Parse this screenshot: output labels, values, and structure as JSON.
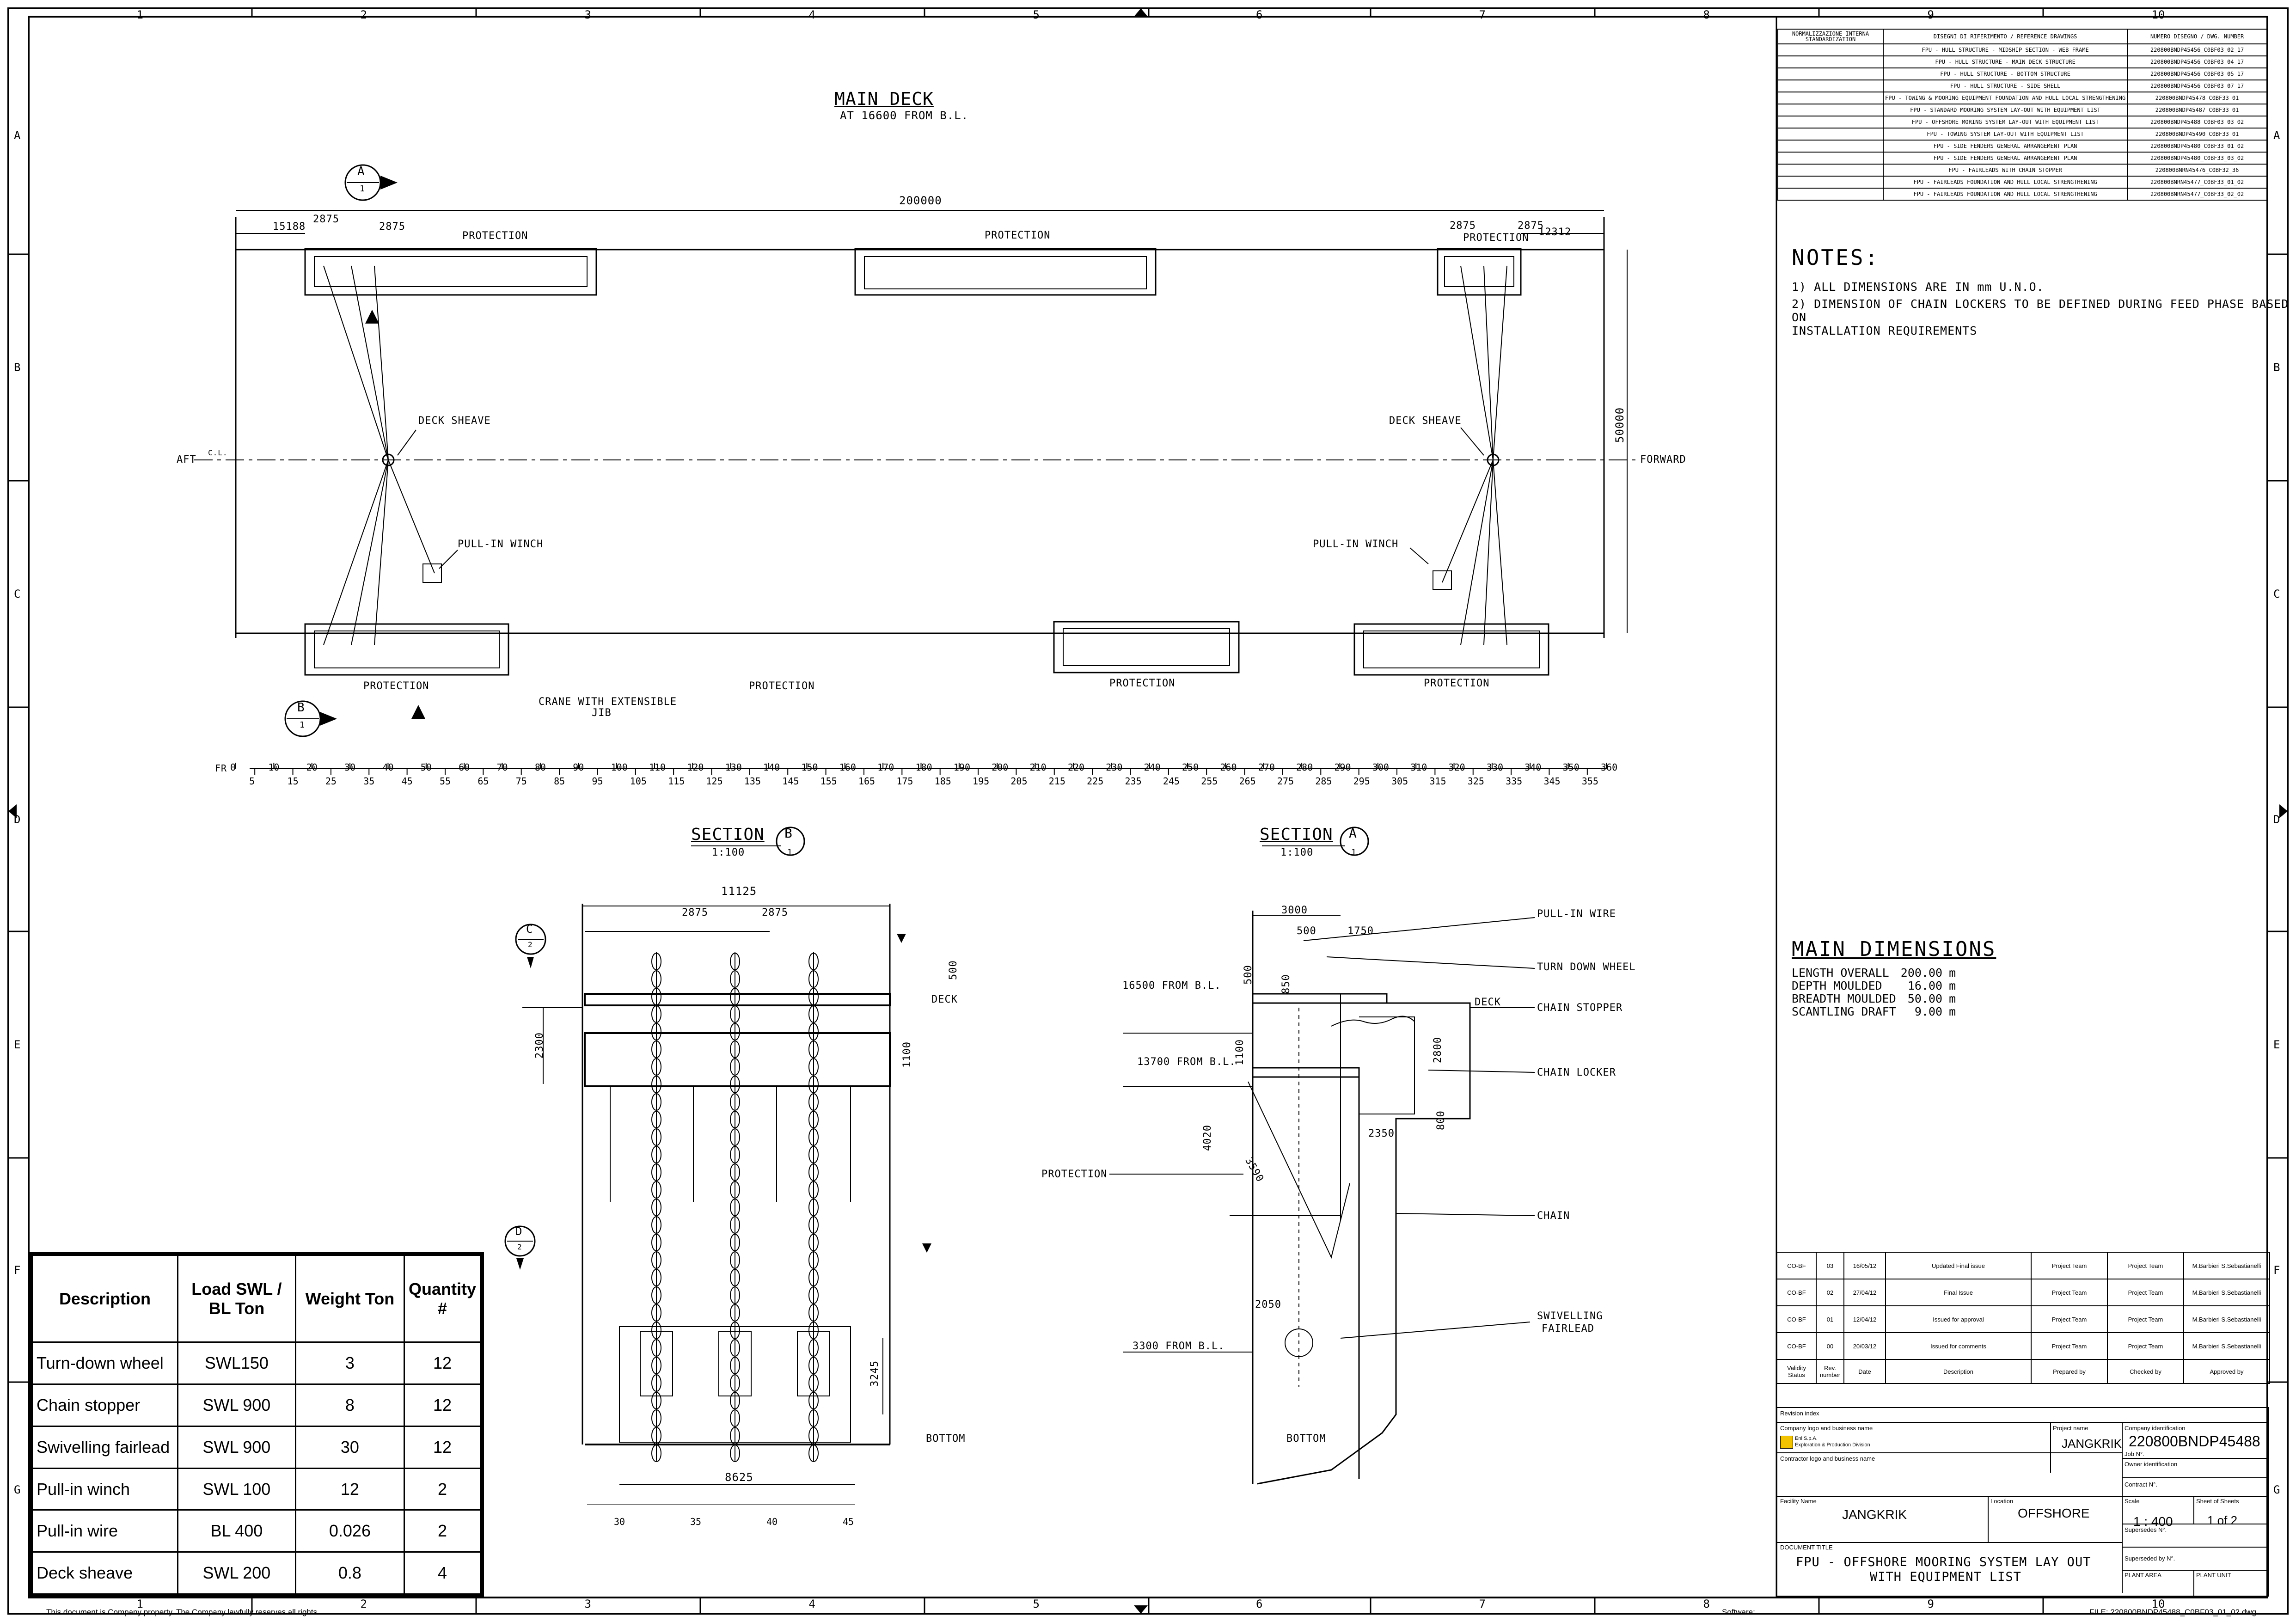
{
  "frame": {
    "col_numbers": [
      "1",
      "2",
      "3",
      "4",
      "5",
      "6",
      "7",
      "8",
      "9",
      "10"
    ],
    "row_letters": [
      "A",
      "B",
      "C",
      "D",
      "E",
      "F",
      "G"
    ]
  },
  "main_deck": {
    "title": "MAIN DECK",
    "subtitle": "AT 16600 FROM B.L.",
    "dim_overall": "200000",
    "dim_15188": "15188",
    "dim_2875": "2875",
    "dim_12312": "12312",
    "dim_50000": "50000",
    "protection": "PROTECTION",
    "deck_sheave": "DECK SHEAVE",
    "pull_in_winch": "PULL-IN WINCH",
    "crane": "CRANE WITH EXTENSIBLE",
    "crane2": "JIB",
    "aft": "AFT",
    "forward": "FORWARD",
    "cl": "C.L.",
    "sec_a_letter": "A",
    "sec_b_letter": "B",
    "sec_num": "1",
    "fr_label": "FR",
    "frames_top": [
      "0",
      "10",
      "20",
      "30",
      "40",
      "50",
      "60",
      "70",
      "80",
      "90",
      "100",
      "110",
      "120",
      "130",
      "140",
      "150",
      "160",
      "170",
      "180",
      "190",
      "200",
      "210",
      "220",
      "230",
      "240",
      "250",
      "260",
      "270",
      "280",
      "290",
      "300",
      "310",
      "320",
      "330",
      "340",
      "350",
      "360"
    ],
    "frames_bottom": [
      "5",
      "15",
      "25",
      "35",
      "45",
      "55",
      "65",
      "75",
      "85",
      "95",
      "105",
      "115",
      "125",
      "135",
      "145",
      "155",
      "165",
      "175",
      "185",
      "195",
      "205",
      "215",
      "225",
      "235",
      "245",
      "255",
      "265",
      "275",
      "285",
      "295",
      "305",
      "315",
      "325",
      "335",
      "345",
      "355"
    ]
  },
  "section_b": {
    "title": "SECTION",
    "letter": "B",
    "num": "1",
    "scale": "1:100",
    "dim_11125": "11125",
    "dim_2875": "2875",
    "dim_500": "500",
    "dim_2300": "2300",
    "dim_1100": "1100",
    "dim_3245": "3245",
    "dim_8625": "8625",
    "deck": "DECK",
    "bottom": "BOTTOM",
    "c_letter": "C",
    "d_letter": "D",
    "two": "2",
    "frames": [
      "30",
      "35",
      "40",
      "45"
    ]
  },
  "section_a": {
    "title": "SECTION",
    "letter": "A",
    "num": "1",
    "scale": "1:100",
    "dim_3000": "3000",
    "dim_500": "500",
    "dim_1750": "1750",
    "dim_850": "850",
    "dim_1100": "1100",
    "dim_2800": "2800",
    "dim_4020": "4020",
    "dim_3590": "3590",
    "dim_2350": "2350",
    "dim_800": "800",
    "dim_2050": "2050",
    "dim_500b": "500",
    "lvl_16500": "16500 FROM B.L.",
    "lvl_13700": "13700 FROM B.L.",
    "lvl_3300": "3300 FROM B.L.",
    "deck": "DECK",
    "bottom": "BOTTOM",
    "protection": "PROTECTION",
    "pull_in_wire": "PULL-IN WIRE",
    "turn_down_wheel": "TURN DOWN WHEEL",
    "chain_stopper": "CHAIN STOPPER",
    "chain_locker": "CHAIN LOCKER",
    "chain": "CHAIN",
    "swivelling": "SWIVELLING",
    "fairlead": "FAIRLEAD"
  },
  "equipment_table": {
    "headers": [
      "Description",
      "Load SWL / BL Ton",
      "Weight Ton",
      "Quantity #"
    ],
    "rows": [
      [
        "Turn-down wheel",
        "SWL150",
        "3",
        "12"
      ],
      [
        "Chain stopper",
        "SWL 900",
        "8",
        "12"
      ],
      [
        "Swivelling fairlead",
        "SWL 900",
        "30",
        "12"
      ],
      [
        "Pull-in winch",
        "SWL 100",
        "12",
        "2"
      ],
      [
        "Pull-in wire",
        "BL 400",
        "0.026",
        "2"
      ],
      [
        "Deck sheave",
        "SWL 200",
        "0.8",
        "4"
      ]
    ]
  },
  "reference_table": {
    "h1": "NORMALIZZAZIONE INTERNA STANDARDIZATION",
    "h2": "DISEGNI DI RIFERIMENTO / REFERENCE DRAWINGS",
    "h3": "NUMERO DISEGNO / DWG. NUMBER",
    "rows": [
      [
        "FPU - HULL STRUCTURE - MIDSHIP SECTION - WEB FRAME",
        "220800BNDP45456_C0BF03_02_17"
      ],
      [
        "FPU - HULL STRUCTURE - MAIN DECK STRUCTURE",
        "220800BNDP45456_C0BF03_04_17"
      ],
      [
        "FPU - HULL STRUCTURE - BOTTOM STRUCTURE",
        "220800BNDP45456_C0BF03_05_17"
      ],
      [
        "FPU - HULL STRUCTURE - SIDE SHELL",
        "220800BNDP45456_C0BF03_07_17"
      ],
      [
        "FPU - TOWING & MOORING EQUIPMENT FOUNDATION AND HULL LOCAL STRENGTHENING",
        "220800BNDP45478_C0BF33_01"
      ],
      [
        "FPU - STANDARD MOORING SYSTEM LAY-OUT WITH EQUIPMENT LIST",
        "220800BNDP45487_C0BF33_01"
      ],
      [
        "FPU - OFFSHORE MORING SYSTEM LAY-OUT WITH EQUIPMENT LIST",
        "220800BNDP45488_C0BF03_03_02"
      ],
      [
        "FPU - TOWING SYSTEM LAY-OUT WITH EQUIPMENT LIST",
        "220800BNDP45490_C0BF33_01"
      ],
      [
        "FPU - SIDE FENDERS GENERAL ARRANGEMENT PLAN",
        "220800BNDP45480_C0BF33_01_02"
      ],
      [
        "FPU - SIDE FENDERS GENERAL ARRANGEMENT PLAN",
        "220800BNDP45480_C0BF33_03_02"
      ],
      [
        "FPU - FAIRLEADS WITH CHAIN STOPPER",
        "220800BNRN45476_C0BF32_36"
      ],
      [
        "FPU - FAIRLEADS FOUNDATION AND HULL LOCAL STRENGTHENING",
        "220800BNRN45477_C0BF33_01_02"
      ],
      [
        "FPU - FAIRLEADS FOUNDATION AND HULL LOCAL STRENGTHENING",
        "220800BNRN45477_C0BF33_02_02"
      ]
    ]
  },
  "notes": {
    "title": "NOTES:",
    "n1": "1) ALL DIMENSIONS ARE IN mm U.N.O.",
    "n2a": "2) DIMENSION OF CHAIN LOCKERS TO BE DEFINED DURING FEED PHASE BASED ON",
    "n2b": "INSTALLATION REQUIREMENTS"
  },
  "main_dimensions": {
    "title": "MAIN DIMENSIONS",
    "rows": [
      [
        "LENGTH OVERALL",
        "200.00",
        "m"
      ],
      [
        "DEPTH MOULDED",
        "16.00",
        "m"
      ],
      [
        "BREADTH MOULDED",
        "50.00",
        "m"
      ],
      [
        "SCANTLING DRAFT",
        "9.00",
        "m"
      ]
    ]
  },
  "revisions": {
    "rows": [
      [
        "CO-BF",
        "03",
        "16/05/12",
        "Updated Final issue",
        "Project Team",
        "Project Team",
        "M.Barbieri S.Sebastianelli"
      ],
      [
        "CO-BF",
        "02",
        "27/04/12",
        "Final Issue",
        "Project Team",
        "Project Team",
        "M.Barbieri S.Sebastianelli"
      ],
      [
        "CO-BF",
        "01",
        "12/04/12",
        "Issued for approval",
        "Project Team",
        "Project Team",
        "M.Barbieri S.Sebastianelli"
      ],
      [
        "CO-BF",
        "00",
        "20/03/12",
        "Issued for comments",
        "Project Team",
        "Project Team",
        "M.Barbieri S.Sebastianelli"
      ]
    ],
    "headers": [
      "Validity Status",
      "Rev. number",
      "Date",
      "Description",
      "Prepared by",
      "Checked by",
      "Approved by"
    ]
  },
  "title_block": {
    "revision_index": "Revision index",
    "company_logo": "Company logo and business name",
    "eni_name": "Eni S.p.A.",
    "eni_div": "Exploration & Production Division",
    "project_name_lbl": "Project name",
    "project_name": "JANGKRIK",
    "company_id_lbl": "Company identification",
    "company_id": "220800BNDP45488",
    "job_lbl": "Job N°.",
    "contractor_logo": "Contractor logo and business name",
    "owner_id_lbl": "Owner identification",
    "contract_lbl": "Contract N°.",
    "facility_lbl": "Facility Name",
    "facility": "JANGKRIK",
    "location_lbl": "Location",
    "location": "OFFSHORE",
    "scale_lbl": "Scale",
    "scale": "1 : 400",
    "sheet_lbl": "Sheet of Sheets",
    "sheet": "1 of 2",
    "supersedes_lbl": "Supersedes N°.",
    "superseded_lbl": "Superseded by N°.",
    "doc_title_lbl": "DOCUMENT TITLE",
    "doc_title1": "FPU - OFFSHORE MOORING SYSTEM LAY OUT",
    "doc_title2": "WITH EQUIPMENT LIST",
    "plant_area_lbl": "PLANT AREA",
    "plant_unit_lbl": "PLANT UNIT"
  },
  "footer": {
    "left": "This document is Company property. The Company lawfully reserves all rights",
    "software": "Software:",
    "file": "FILE: 220800BNDP45488_C0BF03_01_02.dwg"
  }
}
